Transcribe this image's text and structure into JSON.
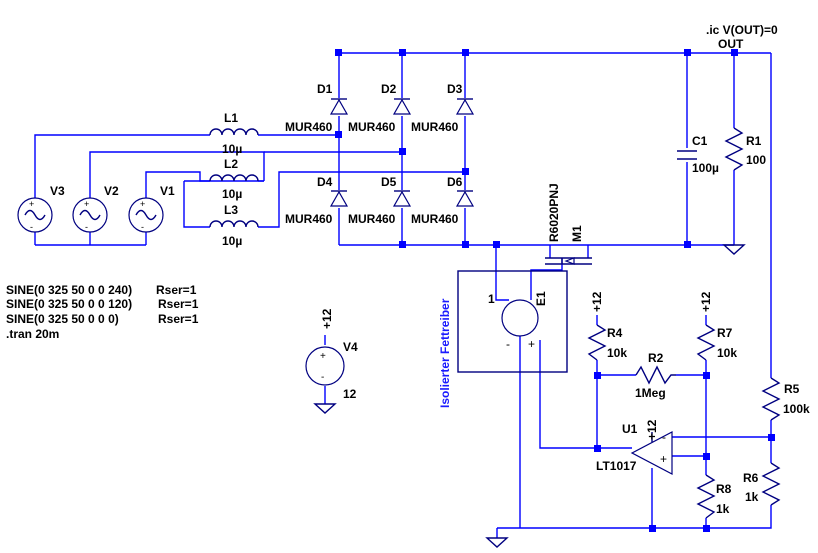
{
  "schematic": {
    "directive_ic": ".ic V(OUT)=0",
    "net_out": "OUT",
    "inductors": [
      {
        "ref": "L1",
        "value": "10µ"
      },
      {
        "ref": "L2",
        "value": "10µ"
      },
      {
        "ref": "L3",
        "value": "10µ"
      }
    ],
    "diodes": [
      {
        "ref": "D1",
        "model": "MUR460"
      },
      {
        "ref": "D2",
        "model": "MUR460"
      },
      {
        "ref": "D3",
        "model": "MUR460"
      },
      {
        "ref": "D4",
        "model": "MUR460"
      },
      {
        "ref": "D5",
        "model": "MUR460"
      },
      {
        "ref": "D6",
        "model": "MUR460"
      }
    ],
    "capacitor": {
      "ref": "C1",
      "value": "100µ"
    },
    "r1": {
      "ref": "R1",
      "value": "100"
    },
    "sources": [
      {
        "ref": "V3"
      },
      {
        "ref": "V2"
      },
      {
        "ref": "V1"
      }
    ],
    "source_specs": [
      {
        "sine": "SINE(0 325 50 0 0 240)",
        "rser": "Rser=1"
      },
      {
        "sine": "SINE(0 325 50 0 0 120)",
        "rser": "Rser=1"
      },
      {
        "sine": "SINE(0 325 50 0 0 0)",
        "rser": "Rser=1"
      }
    ],
    "tran": ".tran 20m",
    "mosfet": {
      "ref": "M1",
      "model": "R6020PNJ"
    },
    "driver": {
      "ref": "E1",
      "pin1": "1",
      "minus": "-",
      "plus": "+",
      "label": "Isolierter Fettreiber"
    },
    "v4": {
      "ref": "V4",
      "value": "12",
      "supply": "+12"
    },
    "supply_label": "+12",
    "r4": {
      "ref": "R4",
      "value": "10k"
    },
    "r7": {
      "ref": "R7",
      "value": "10k"
    },
    "r2": {
      "ref": "R2",
      "value": "1Meg"
    },
    "r5": {
      "ref": "R5",
      "value": "100k"
    },
    "r6": {
      "ref": "R6",
      "value": "1k"
    },
    "r8": {
      "ref": "R8",
      "value": "1k"
    },
    "opamp": {
      "ref": "U1",
      "model": "LT1017",
      "minus": "-",
      "plus": "+"
    }
  }
}
